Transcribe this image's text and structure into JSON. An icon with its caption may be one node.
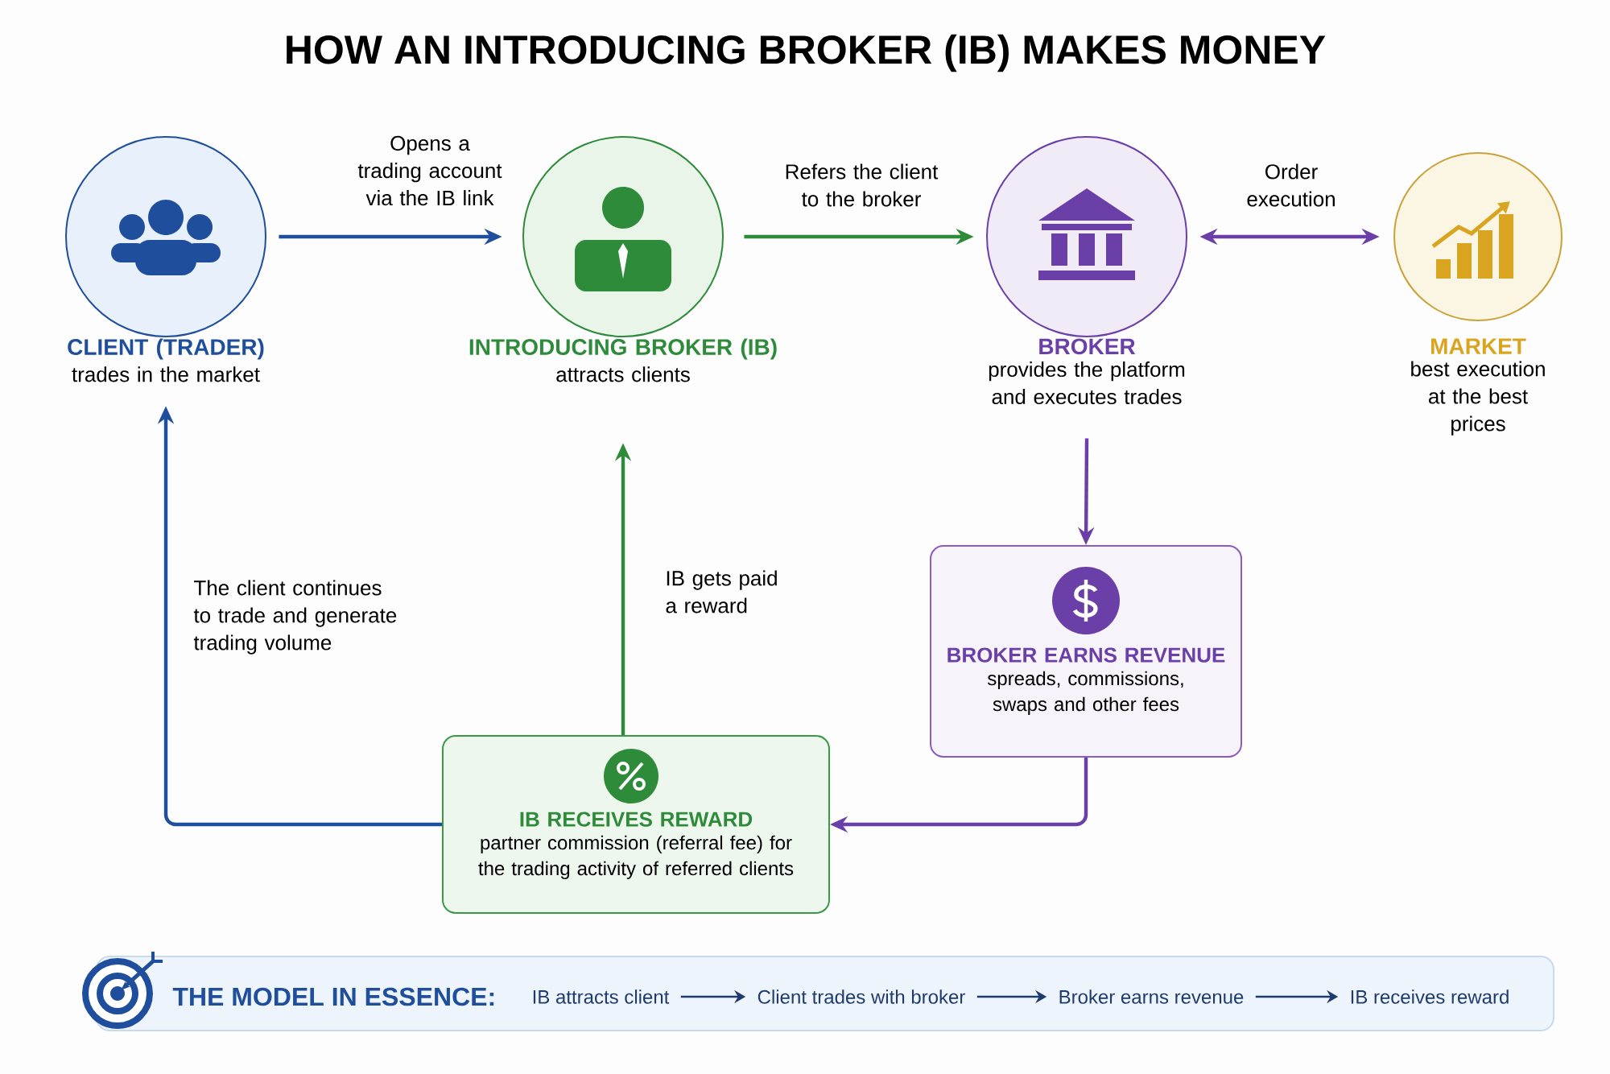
{
  "diagram": {
    "title": "HOW AN INTRODUCING BROKER (IB) MAKES MONEY",
    "nodes": [
      {
        "text": [
          "CLIENT (TRADER)",
          "trades in the market"
        ]
      },
      {
        "text": [
          "INTRODUCING BROKER (IB)",
          "attracts clients"
        ]
      },
      {
        "text": [
          "BROKER",
          "provides the platform and executes trades"
        ]
      },
      {
        "text": [
          "MARKET",
          "best execution at the best prices"
        ]
      },
      {
        "text": [
          "IB RECEIVES REWARD",
          "partner commission (referral fee) for the trading activity of referred clients"
        ]
      },
      {
        "text": [
          "BROKER EARNS REVENUE",
          "spreads, commissions, swaps and other fees"
        ]
      },
      {
        "text": [
          "THE MODEL IN ESSENCE:"
        ]
      },
      {
        "text": [
          "IB attracts client"
        ],
        "in": 6
      },
      {
        "text": [
          "Client trades with broker"
        ],
        "in": 6
      },
      {
        "text": [
          "Broker earns revenue"
        ],
        "in": 6
      },
      {
        "text": [
          "IB receives reward"
        ],
        "in": 6
      }
    ],
    "edges": [
      {
        "from": 0,
        "to": 1,
        "arrow": "to",
        "label": "Opens a trading account via the IB link",
        "color": "#1f4e9c"
      },
      {
        "from": 1,
        "to": 2,
        "arrow": "to",
        "label": "Refers the client to the broker",
        "color": "#2e8b3a"
      },
      {
        "from": 2,
        "to": 3,
        "arrow": "both",
        "label": "Order execution",
        "color": "#6a3fa8"
      },
      {
        "from": 2,
        "to": 5,
        "arrow": "to",
        "color": "#6a3fa8"
      },
      {
        "from": 5,
        "to": 4,
        "arrow": "to",
        "color": "#6a3fa8"
      },
      {
        "from": 4,
        "to": 1,
        "arrow": "to",
        "label": "IB gets paid a reward",
        "color": "#2e8b3a"
      },
      {
        "from": 4,
        "to": 0,
        "arrow": "to",
        "label": "The client continues to trade and generate trading volume",
        "color": "#1f4e9c"
      },
      {
        "from": 7,
        "to": 8,
        "arrow": "to",
        "color": "#1f3b6e"
      },
      {
        "from": 8,
        "to": 9,
        "arrow": "to",
        "color": "#1f3b6e"
      },
      {
        "from": 9,
        "to": 10,
        "arrow": "to",
        "color": "#1f3b6e"
      }
    ]
  }
}
